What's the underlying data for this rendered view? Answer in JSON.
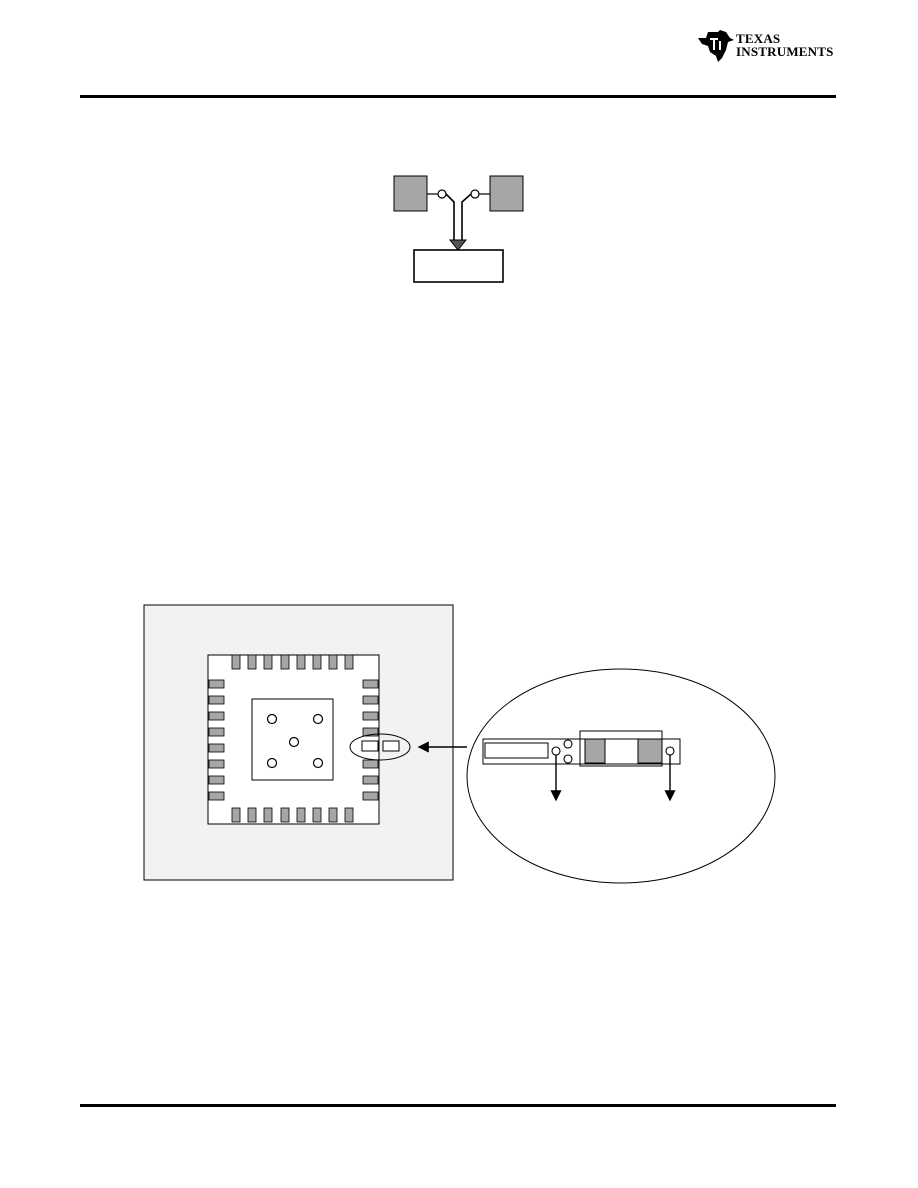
{
  "header": {
    "brand_line1": "TEXAS",
    "brand_line2": "INSTRUMENTS",
    "logo_icon": "ti-logo-icon"
  },
  "colors": {
    "pad_fill": "#a6a6a6",
    "board_fill": "#f2f2f2",
    "line": "#000000"
  },
  "figures": {
    "figure_top": {
      "description_icons": [
        "component-pad",
        "via",
        "trace",
        "arrow",
        "destination-block"
      ]
    },
    "figure_bottom": {
      "description_icons": [
        "board-outline",
        "package-outline",
        "pin",
        "thermal-pad",
        "via",
        "zoom-ellipse",
        "arrow"
      ]
    }
  }
}
